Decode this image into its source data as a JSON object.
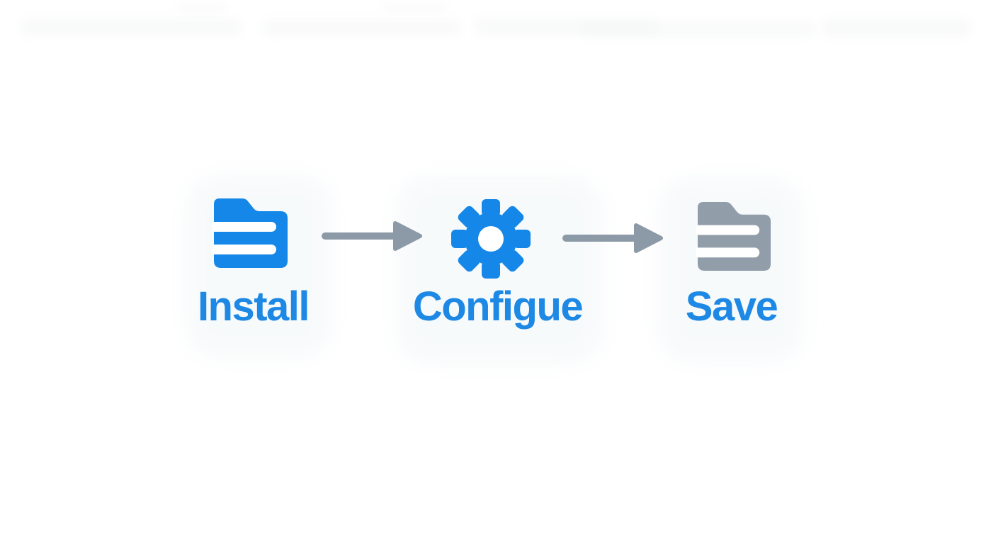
{
  "page": {
    "background_color": "#ffffff"
  },
  "diagram": {
    "type": "flow",
    "direction": "left-to-right",
    "steps": [
      {
        "label": "Install",
        "icon": "folder-icon",
        "icon_color": "#1487e8"
      },
      {
        "label": "Configue",
        "icon": "gear-icon",
        "icon_color": "#1487e8"
      },
      {
        "label": "Save",
        "icon": "folder-icon",
        "icon_color": "#929daa"
      }
    ],
    "connectors": [
      {
        "type": "arrow-right",
        "color": "#8c99a6"
      },
      {
        "type": "arrow-right",
        "color": "#8c99a6"
      }
    ],
    "label_color": "#1e88e5"
  }
}
